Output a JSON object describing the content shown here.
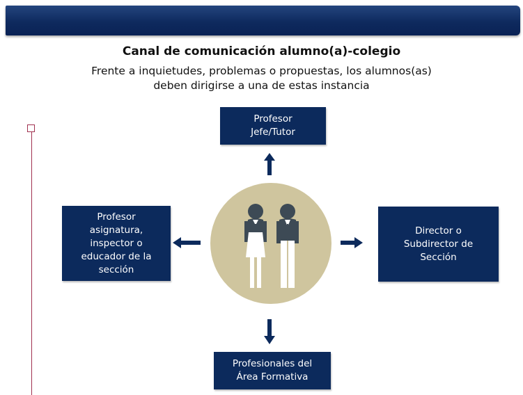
{
  "title": "Canal de comunicación alumno(a)-colegio",
  "subtitle": {
    "line1": "Frente a inquietudes, problemas o propuestas, los alumnos(as)",
    "line2": "deben dirigirse a una de estas instancia"
  },
  "boxes": {
    "top": {
      "line1": "Profesor",
      "line2": "Jefe/Tutor"
    },
    "left": {
      "line1": "Profesor",
      "line2": "asignatura,",
      "line3": "inspector o",
      "line4": "educador de la",
      "line5": "sección"
    },
    "right": {
      "line1": "Director o",
      "line2": "Subdirector de",
      "line3": "Sección"
    },
    "bottom": {
      "line1": "Profesionales del",
      "line2": "Área Formativa"
    }
  },
  "colors": {
    "box": "#0c2a5c",
    "circle": "#cfc59e",
    "accent_line": "#a0304f",
    "figure_dark": "#3d4a55"
  },
  "icons": [
    "female-student-icon",
    "male-student-icon",
    "arrow-up-icon",
    "arrow-left-icon",
    "arrow-right-icon",
    "arrow-down-icon"
  ]
}
